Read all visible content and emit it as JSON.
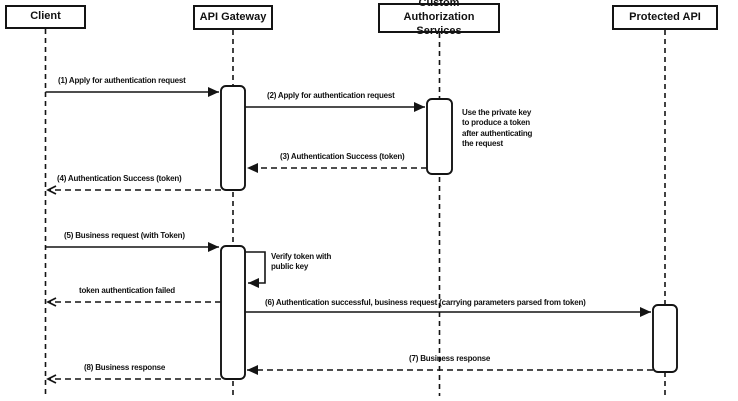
{
  "diagram": {
    "type": "uml-sequence-diagram",
    "colors": {
      "stroke": "#141414",
      "fill": "#ffffff",
      "text": "#111111"
    },
    "actors": [
      {
        "name": "Client"
      },
      {
        "name": "API Gateway"
      },
      {
        "name": "Custom Authorization Services"
      },
      {
        "name": "Protected API"
      }
    ],
    "messages": [
      {
        "label": "(1) Apply for authentication request",
        "from": "Client",
        "to": "API Gateway",
        "style": "solid"
      },
      {
        "label": "(2) Apply for authentication request",
        "from": "API Gateway",
        "to": "Custom Authorization Services",
        "style": "solid"
      },
      {
        "label": "(3) Authentication Success (token)",
        "from": "Custom Authorization Services",
        "to": "API Gateway",
        "style": "dashed"
      },
      {
        "label": "(4) Authentication Success (token)",
        "from": "API Gateway",
        "to": "Client",
        "style": "dashed"
      },
      {
        "label": "(5) Business request (with Token)",
        "from": "Client",
        "to": "API Gateway",
        "style": "solid"
      },
      {
        "label": "Verify token with public key",
        "from": "API Gateway",
        "to": "API Gateway",
        "style": "self"
      },
      {
        "label": "token authentication failed",
        "from": "API Gateway",
        "to": "Client",
        "style": "dashed"
      },
      {
        "label": "(6) Authentication successful, business request (carrying parameters parsed from token)",
        "from": "API Gateway",
        "to": "Protected API",
        "style": "solid"
      },
      {
        "label": "(7) Business response",
        "from": "Protected API",
        "to": "API Gateway",
        "style": "dashed"
      },
      {
        "label": "(8) Business response",
        "from": "API Gateway",
        "to": "Client",
        "style": "dashed"
      }
    ],
    "notes": [
      {
        "text": "Use the private key to produce a token after authenticating the request",
        "anchor": "Custom Authorization Services"
      }
    ]
  }
}
